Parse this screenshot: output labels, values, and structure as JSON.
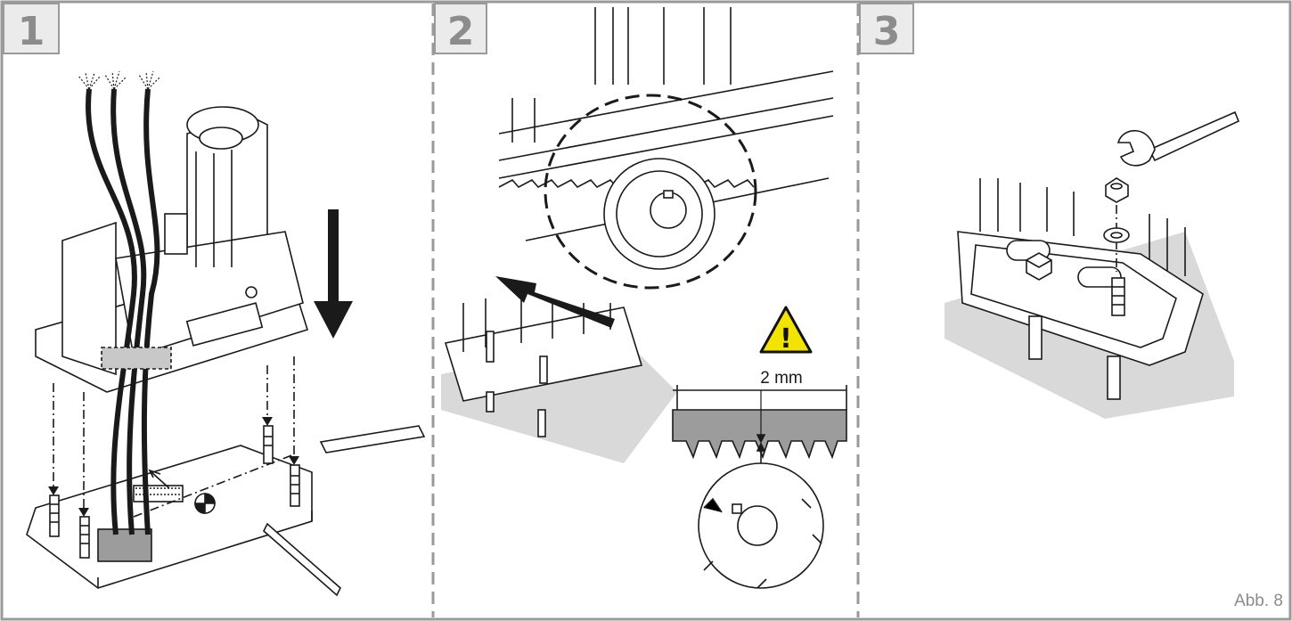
{
  "colors": {
    "frame": "#9a9a9a",
    "step_badge_bg": "#ebebeb",
    "step_number": "#8c8c8c",
    "line": "#1a1a1a",
    "shadow": "#d9d9d9",
    "rack_fill": "#9c9c9c",
    "warning_yellow": "#f2e400"
  },
  "panels": [
    {
      "step": "1",
      "label": "cable-routing-and-base-plate"
    },
    {
      "step": "2",
      "label": "gear-and-rack-engagement"
    },
    {
      "step": "3",
      "label": "nut-tightening"
    }
  ],
  "dimension_label": "2 mm",
  "warning_symbol": "!",
  "figure_caption": "Abb. 8",
  "icons": [
    "warning-triangle-icon",
    "down-arrow-icon",
    "left-arrow-icon",
    "wrench-icon"
  ]
}
